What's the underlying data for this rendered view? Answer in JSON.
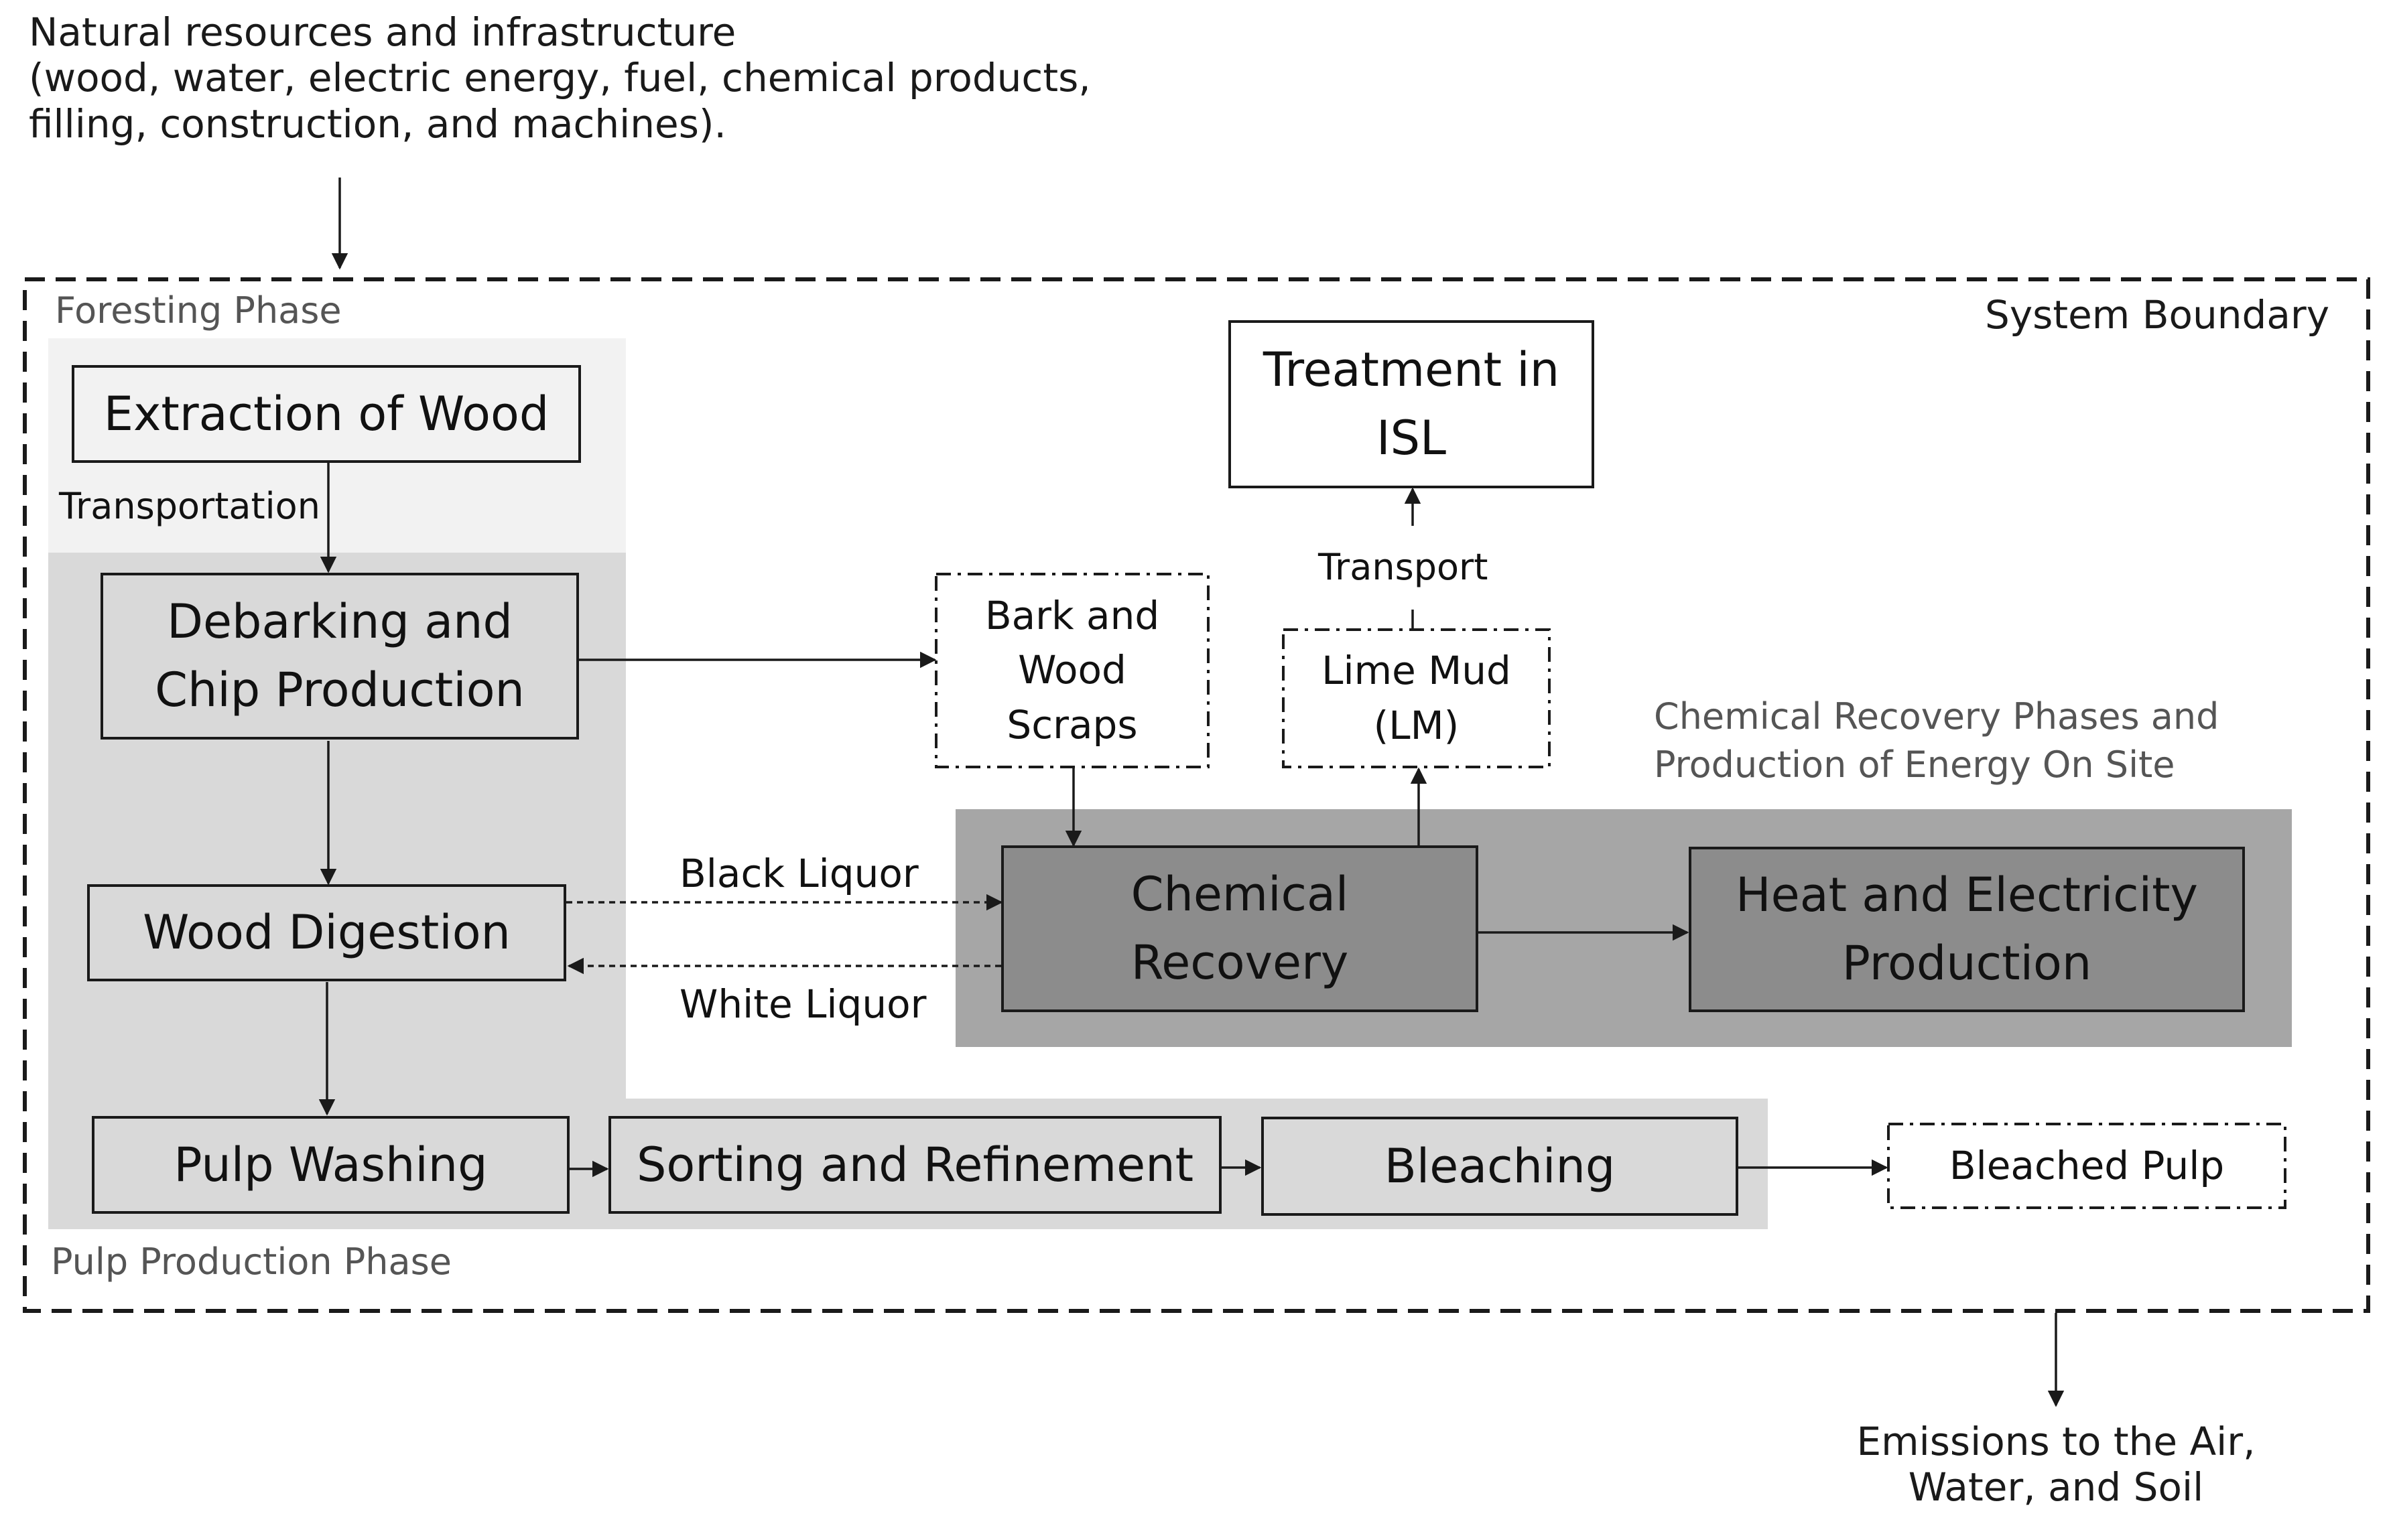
{
  "inputs": {
    "text": "Natural resources and infrastructure\n(wood, water, electric energy, fuel, chemical products,\nfilling, construction, and machines)."
  },
  "outputs": {
    "text": "Emissions to the Air,\nWater, and Soil"
  },
  "boundary": {
    "label": "System Boundary"
  },
  "phases": {
    "foresting": "Foresting Phase",
    "pulp_production": "Pulp Production Phase",
    "chemical_recovery": "Chemical Recovery Phases and\nProduction of Energy On Site"
  },
  "processes": {
    "extraction": "Extraction of Wood",
    "debarking": "Debarking and\nChip Production",
    "digestion": "Wood Digestion",
    "washing": "Pulp Washing",
    "sorting": "Sorting and Refinement",
    "bleaching": "Bleaching",
    "chemical_recovery": "Chemical\nRecovery",
    "heat_electricity": "Heat and Electricity\nProduction",
    "treatment": "Treatment in\nISL"
  },
  "byproducts": {
    "bark": "Bark and\nWood\nScraps",
    "lime_mud": "Lime Mud\n(LM)",
    "bleached_pulp": "Bleached Pulp"
  },
  "flows": {
    "transportation": "Transportation",
    "transport": "Transport",
    "black_liquor": "Black Liquor",
    "white_liquor": "White Liquor"
  },
  "colors": {
    "foresting_bg": "#f2f2f2",
    "pulp_bg": "#d9d9d9",
    "recovery_bg": "#a6a6a6",
    "recovery_box": "#8c8c8c",
    "line": "#1a1a1a"
  }
}
